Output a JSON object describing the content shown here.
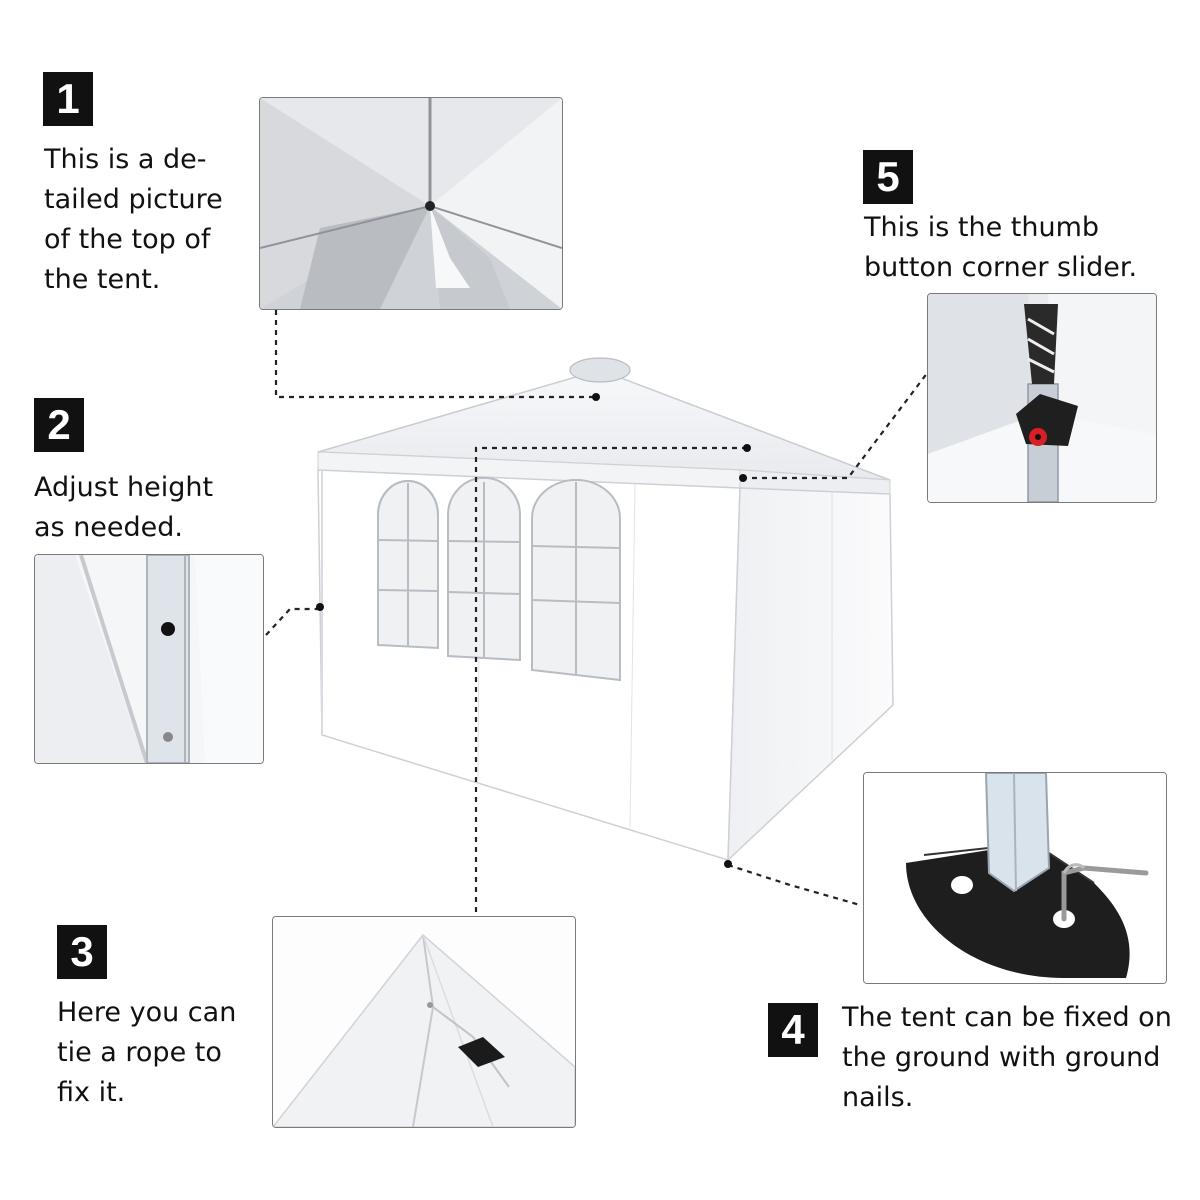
{
  "callouts": [
    {
      "number": "1",
      "lines": [
        "This is a de-",
        "tailed picture",
        "of the top of",
        "the tent."
      ]
    },
    {
      "number": "2",
      "lines": [
        "Adjust height",
        "as needed."
      ]
    },
    {
      "number": "3",
      "lines": [
        "Here you can",
        "tie a rope to",
        "fix it."
      ]
    },
    {
      "number": "4",
      "lines": [
        "The tent can be fixed on",
        "the ground with ground",
        "nails."
      ]
    },
    {
      "number": "5",
      "lines": [
        "This is the thumb",
        "button corner slider."
      ]
    }
  ],
  "colors": {
    "badge": "#111111",
    "canopy": "#ffffff",
    "outline": "#c9ccd2",
    "foot_plate": "#1e1e1e",
    "slider_button": "#d81f26",
    "leader_line": "#222222"
  }
}
